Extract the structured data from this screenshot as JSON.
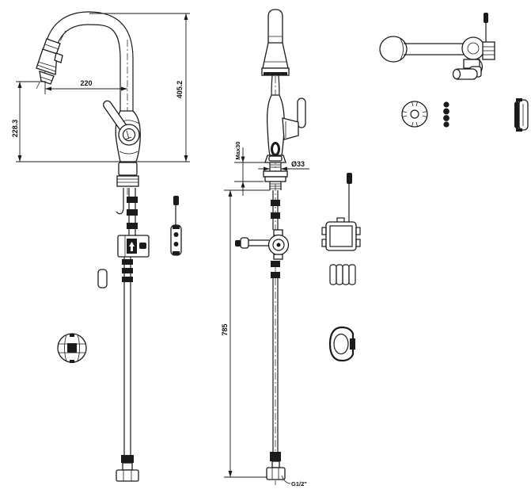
{
  "window": {
    "background": "#ffffff",
    "line_color": "#1b1b1b"
  },
  "drawing": {
    "subject": "Pull-down kitchen faucet installation dimension drawing",
    "views": [
      {
        "id": "side-view",
        "label": "faucet side elevation with supply hose"
      },
      {
        "id": "front-view",
        "label": "faucet front elevation with supply hose"
      },
      {
        "id": "top-view",
        "label": "faucet plan (top) view"
      }
    ],
    "dims": {
      "spout_reach": "220",
      "outlet_height": "228.3",
      "overall_height": "405.2",
      "deck_thickness_max": "Max30",
      "mounting_hole_diameter": "Ø33",
      "supply_hose_length": "785",
      "hose_thread": "G1/2\""
    },
    "parts": [
      "hose-weight-ball",
      "sleeve-part",
      "hose-bracket",
      "control-box-side",
      "base-gasket-flange",
      "screw-set",
      "mounting-clip",
      "control-box-front",
      "battery-pack",
      "c-clip",
      "hose-end-fitting"
    ]
  }
}
